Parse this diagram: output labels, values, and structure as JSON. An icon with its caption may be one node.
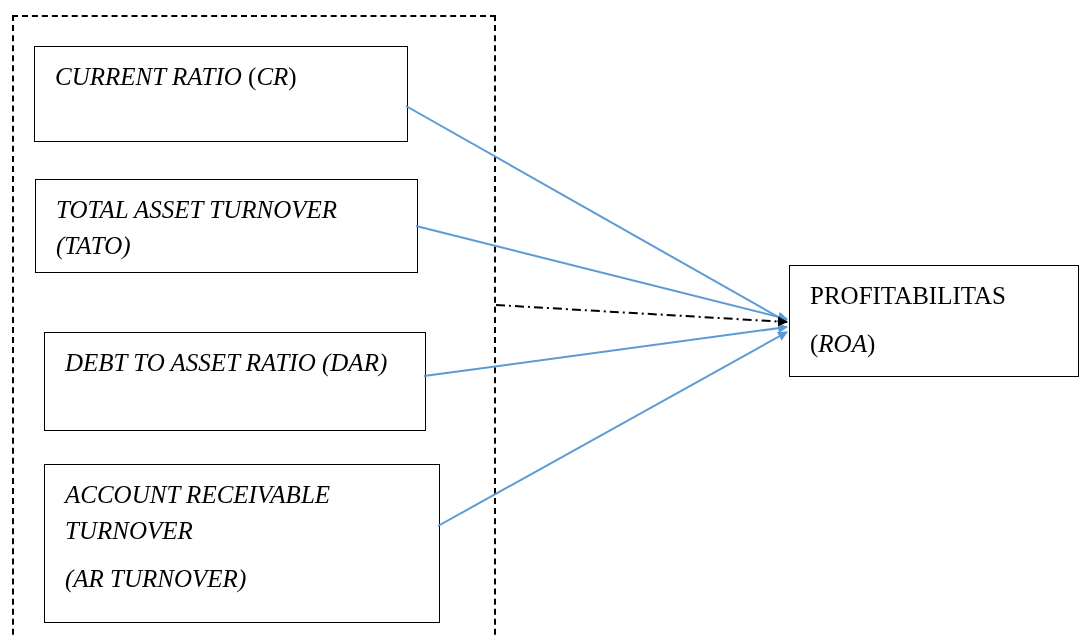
{
  "diagram": {
    "nodes": [
      {
        "text": [],
        "shape": "box"
      },
      {
        "text": [
          "*CURRENT RATIO* (*CR*)"
        ],
        "in": 0
      },
      {
        "text": [
          "TOTAL ASSET TURNOVER (TATO)"
        ],
        "in": 0
      },
      {
        "text": [
          "DEBT TO ASSET RATIO (DAR)"
        ],
        "in": 0
      },
      {
        "text": [
          "ACCOUNT RECEIVABLE TURNOVER",
          "(*AR TURNOVER*)"
        ],
        "in": 0
      },
      {
        "text": [
          "PROFITABILITAS",
          "(*ROA*)"
        ]
      }
    ],
    "edges": [
      {
        "from": 1,
        "to": 5,
        "arrow": "to"
      },
      {
        "from": 2,
        "to": 5,
        "arrow": "to"
      },
      {
        "from": 3,
        "to": 5,
        "arrow": "to"
      },
      {
        "from": 4,
        "to": 5,
        "arrow": "to"
      },
      {
        "from": 0,
        "to": 5,
        "arrow": "to",
        "style": "dashed",
        "color": "#000000"
      }
    ]
  }
}
